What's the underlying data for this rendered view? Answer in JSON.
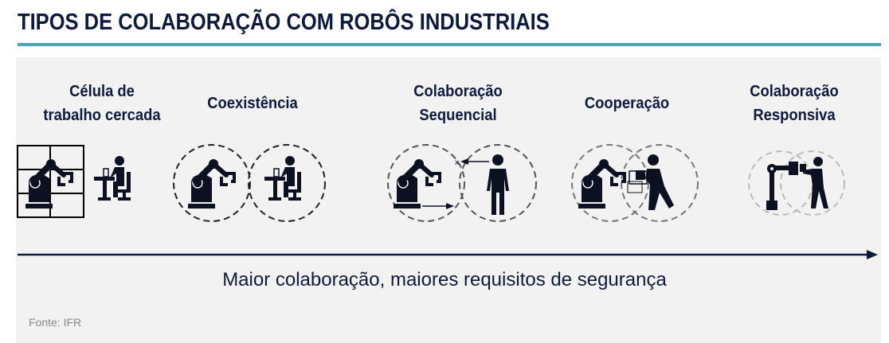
{
  "title": "TIPOS DE COLABORAÇÃO COM ROBÔS INDUSTRIAIS",
  "categories": [
    {
      "line1": "Célula de",
      "line2": "trabalho cercada"
    },
    {
      "line1": "Coexistência",
      "line2": ""
    },
    {
      "line1": "Colaboração",
      "line2": "Sequencial"
    },
    {
      "line1": "Cooperação",
      "line2": ""
    },
    {
      "line1": "Colaboração",
      "line2": "Responsiva"
    }
  ],
  "caption": "Maior colaboração, maiores requisitos de segurança",
  "source": "Fonte: IFR",
  "colors": {
    "title": "#0c1a3d",
    "accent": "#4aa3bf",
    "panel": "#f2f2f2"
  }
}
